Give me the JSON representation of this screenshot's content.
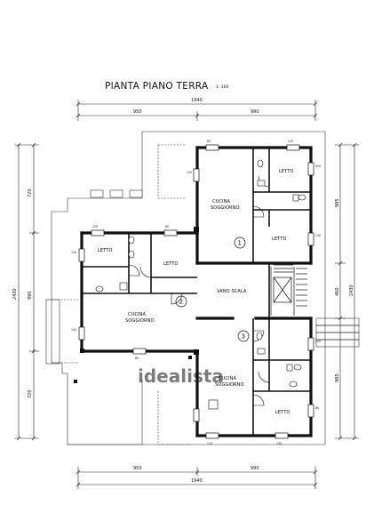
{
  "title": "PIANTA PIANO TERRA",
  "scale": "1: 100",
  "dimensions": {
    "top_total": "1940",
    "top_left": "950",
    "top_right": "990",
    "bottom_total": "1940",
    "bottom_left": "950",
    "bottom_right": "990",
    "left_top": "720",
    "left_mid": "990",
    "left_total": "2430",
    "left_bottom": "720",
    "right_top": "985",
    "right_mid": "460",
    "right_total": "2430",
    "right_bottom": "985"
  },
  "rooms": {
    "unit1_letto_top": "LETTO",
    "unit1_kitchen_l1": "CUCINA",
    "unit1_kitchen_l2": "SOGGIORNO",
    "unit1_letto_bottom": "LETTO",
    "unit2_letto_left": "LETTO",
    "unit2_letto_right": "LETTO",
    "unit2_kitchen_l1": "CUCINA",
    "unit2_kitchen_l2": "SOGGIORNO",
    "stair": "VANO SCALA",
    "unit3_kitchen_l1": "CUCINA",
    "unit3_kitchen_l2": "SOGGIORNO",
    "unit3_letto": "LETTO"
  },
  "units": {
    "u1": "1",
    "u2": "2",
    "u3": "3"
  },
  "small_labels": [
    "85",
    "110",
    "220",
    "130",
    "120",
    "220",
    "85",
    "110",
    "140",
    "80",
    "220",
    "85",
    "110",
    "130"
  ],
  "watermark": "idealista"
}
